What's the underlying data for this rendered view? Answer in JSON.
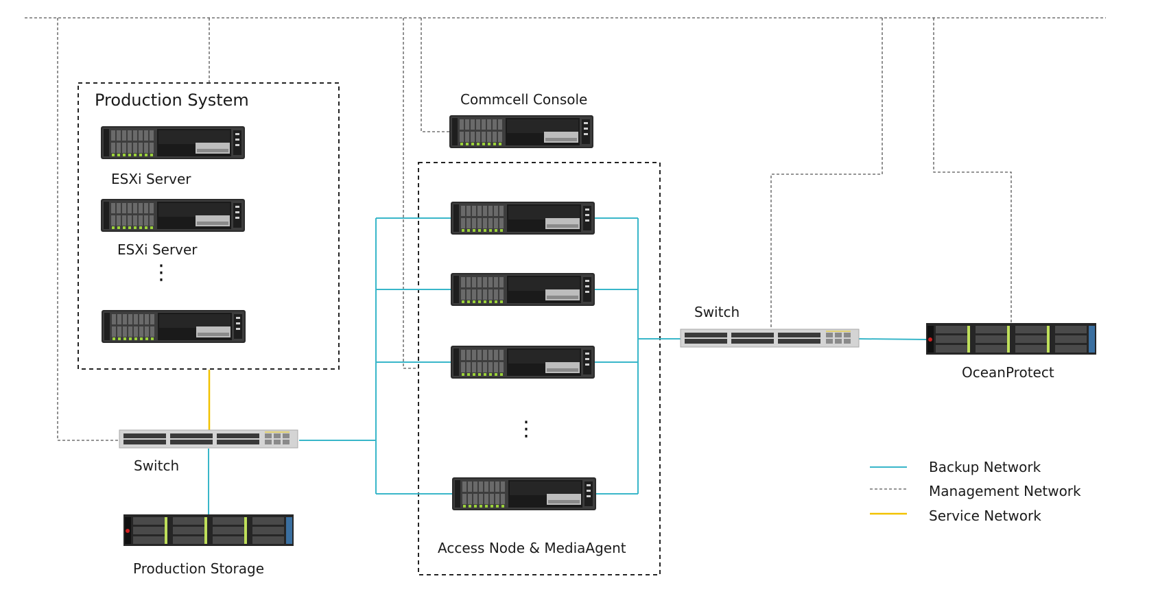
{
  "colors": {
    "backup": "#38b6c9",
    "management": "#555555",
    "service": "#f2c200",
    "box_border": "#222222"
  },
  "groups": {
    "production_system": "Production System",
    "access_node": "Access Node & MediaAgent"
  },
  "labels": {
    "esxi_server_1": "ESXi Server",
    "esxi_server_2": "ESXi Server",
    "commcell_console": "Commcell Console",
    "switch_left": "Switch",
    "switch_right": "Switch",
    "production_storage": "Production Storage",
    "oceanprotect": "OceanProtect",
    "ellipsis_production": "⋮",
    "ellipsis_access": "⋮"
  },
  "legend": [
    {
      "label": "Backup Network",
      "style": "backup"
    },
    {
      "label": "Management Network",
      "style": "management"
    },
    {
      "label": "Service Network",
      "style": "service"
    }
  ],
  "icons": {
    "server": "rack-server-icon",
    "switch": "network-switch-icon",
    "storage": "storage-array-icon"
  }
}
